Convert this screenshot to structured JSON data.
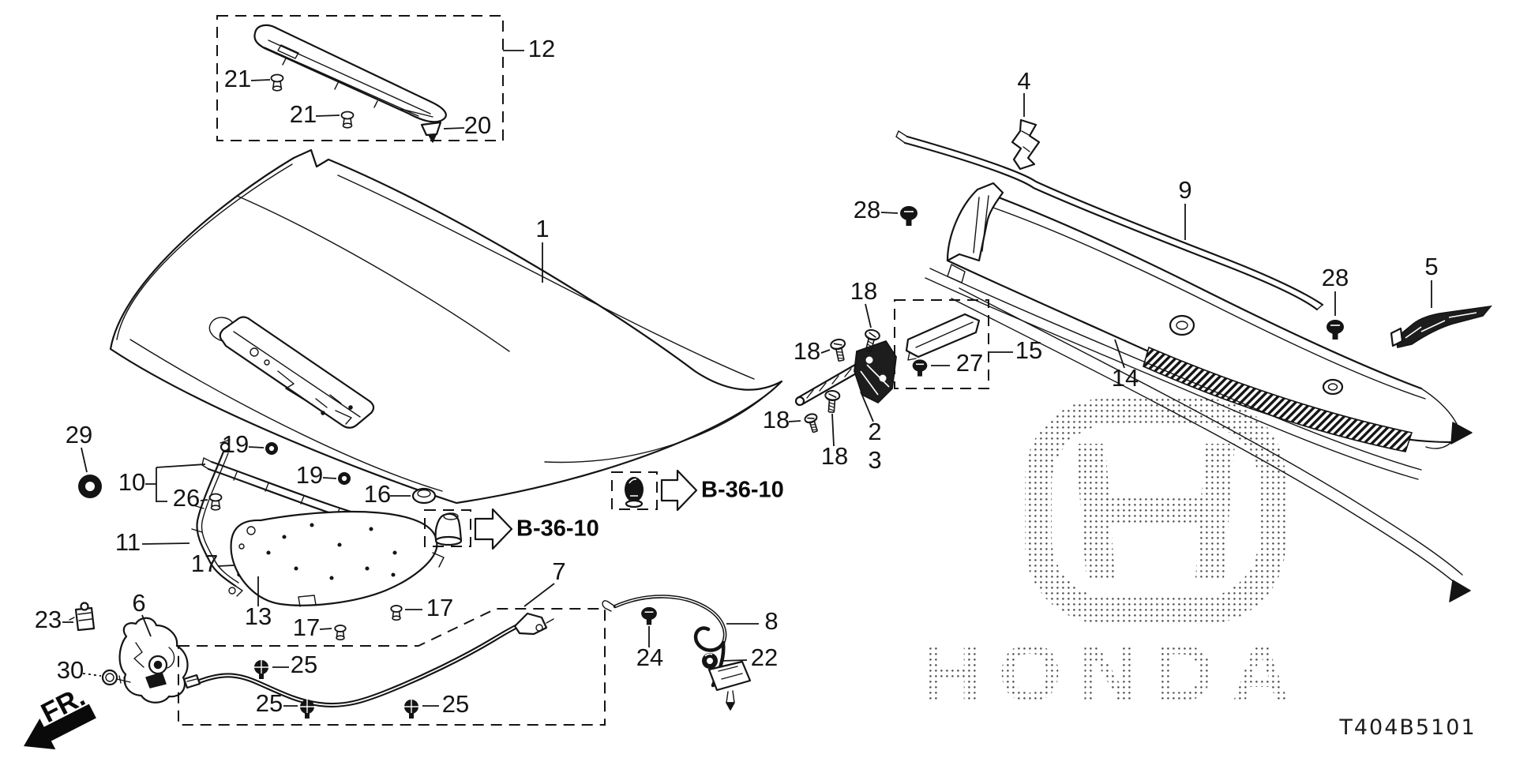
{
  "diagram_code": "T404B5101",
  "direction_label": "FR.",
  "watermark_text": "HONDA",
  "reference_links": [
    "B-36-10",
    "B-36-10"
  ],
  "callouts": [
    "12",
    "21",
    "21",
    "20",
    "1",
    "4",
    "9",
    "28",
    "18",
    "18",
    "18",
    "18",
    "2",
    "3",
    "27",
    "15",
    "14",
    "28",
    "5",
    "29",
    "10",
    "26",
    "19",
    "19",
    "16",
    "11",
    "23",
    "6",
    "30",
    "17",
    "13",
    "17",
    "17",
    "7",
    "25",
    "25",
    "25",
    "8",
    "24",
    "22"
  ]
}
